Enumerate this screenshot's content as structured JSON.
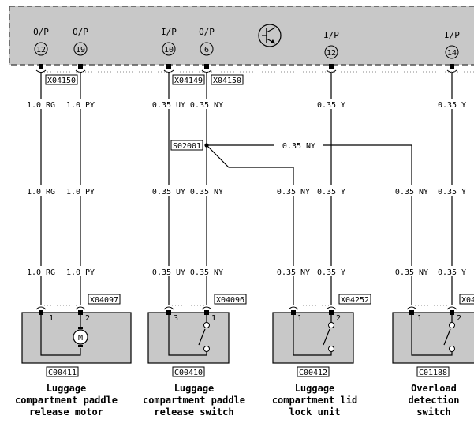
{
  "ecu": {
    "pins": [
      {
        "dir": "O/P",
        "num": "12"
      },
      {
        "dir": "O/P",
        "num": "19"
      },
      {
        "dir": "I/P",
        "num": "10"
      },
      {
        "dir": "O/P",
        "num": "6"
      },
      {
        "dir": "I/P",
        "num": "12"
      },
      {
        "dir": "I/P",
        "num": "14"
      }
    ],
    "icon": "transistor-symbol-icon"
  },
  "ecu_connectors": [
    "X04150",
    "X04149",
    "X04150"
  ],
  "splice": "S02001",
  "splice_wire": "0.35 NY",
  "wire_rows": [
    [
      "1.0 RG",
      "1.0 PY",
      "0.35 UY",
      "0.35 NY",
      "0.35 Y",
      "0.35 Y"
    ],
    [
      "1.0 RG",
      "1.0 PY",
      "0.35 UY",
      "0.35 NY",
      "0.35 NY",
      "0.35 Y",
      "0.35 NY",
      "0.35 Y"
    ],
    [
      "1.0 RG",
      "1.0 PY",
      "0.35 UY",
      "0.35 NY",
      "0.35 NY",
      "0.35 Y",
      "0.35 NY",
      "0.35 Y"
    ]
  ],
  "components": [
    {
      "connector": "X04097",
      "pins": [
        "1",
        "2"
      ],
      "code": "C00411",
      "name": [
        "Luggage",
        "compartment paddle",
        "release motor"
      ],
      "symbol": "M"
    },
    {
      "connector": "X04096",
      "pins": [
        "3",
        "1"
      ],
      "code": "C00410",
      "name": [
        "Luggage",
        "compartment paddle",
        "release switch"
      ]
    },
    {
      "connector": "X04252",
      "pins": [
        "1",
        "2"
      ],
      "code": "C00412",
      "name": [
        "Luggage",
        "compartment lid",
        "lock unit"
      ]
    },
    {
      "connector": "X04",
      "pins": [
        "1",
        "2"
      ],
      "code": "C01188",
      "name": [
        "Overload",
        "detection",
        "switch"
      ]
    }
  ],
  "colors": {
    "ecu_fill": "#c8c8c8",
    "component_fill": "#c8c8c8",
    "line": "#000000",
    "dotted": "#888888"
  }
}
